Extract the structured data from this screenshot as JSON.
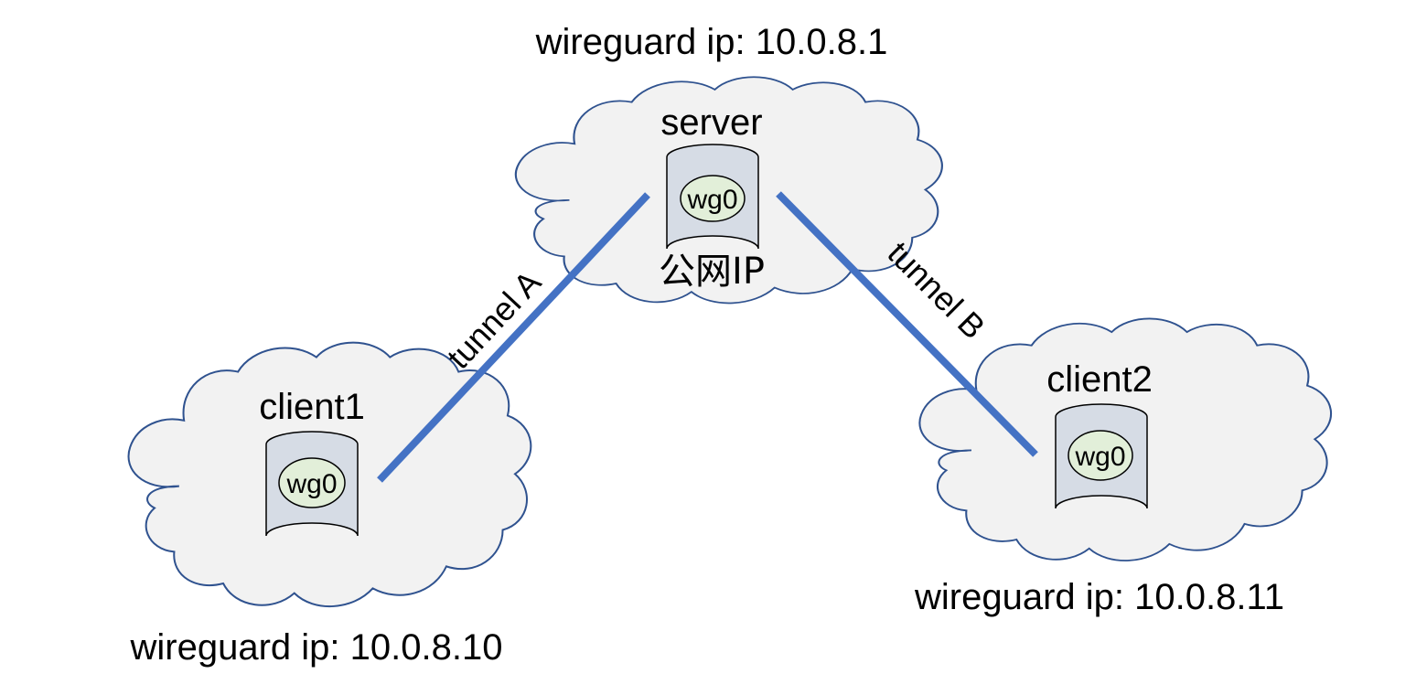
{
  "server": {
    "wireguard_ip": "wireguard ip: 10.0.8.1",
    "name": "server",
    "interface": "wg0",
    "public_ip_label": "公网IP"
  },
  "client1": {
    "name": "client1",
    "interface": "wg0",
    "wireguard_ip": "wireguard ip: 10.0.8.10"
  },
  "client2": {
    "name": "client2",
    "interface": "wg0",
    "wireguard_ip": "wireguard ip: 10.0.8.11"
  },
  "tunnels": {
    "a": "tunnel A",
    "b": "tunnel B"
  },
  "colors": {
    "cloud_fill": "#f2f2f2",
    "cloud_stroke": "#2f528f",
    "tunnel": "#4472c4",
    "cylinder": "#d6dce5",
    "interface": "#e2efd9"
  }
}
